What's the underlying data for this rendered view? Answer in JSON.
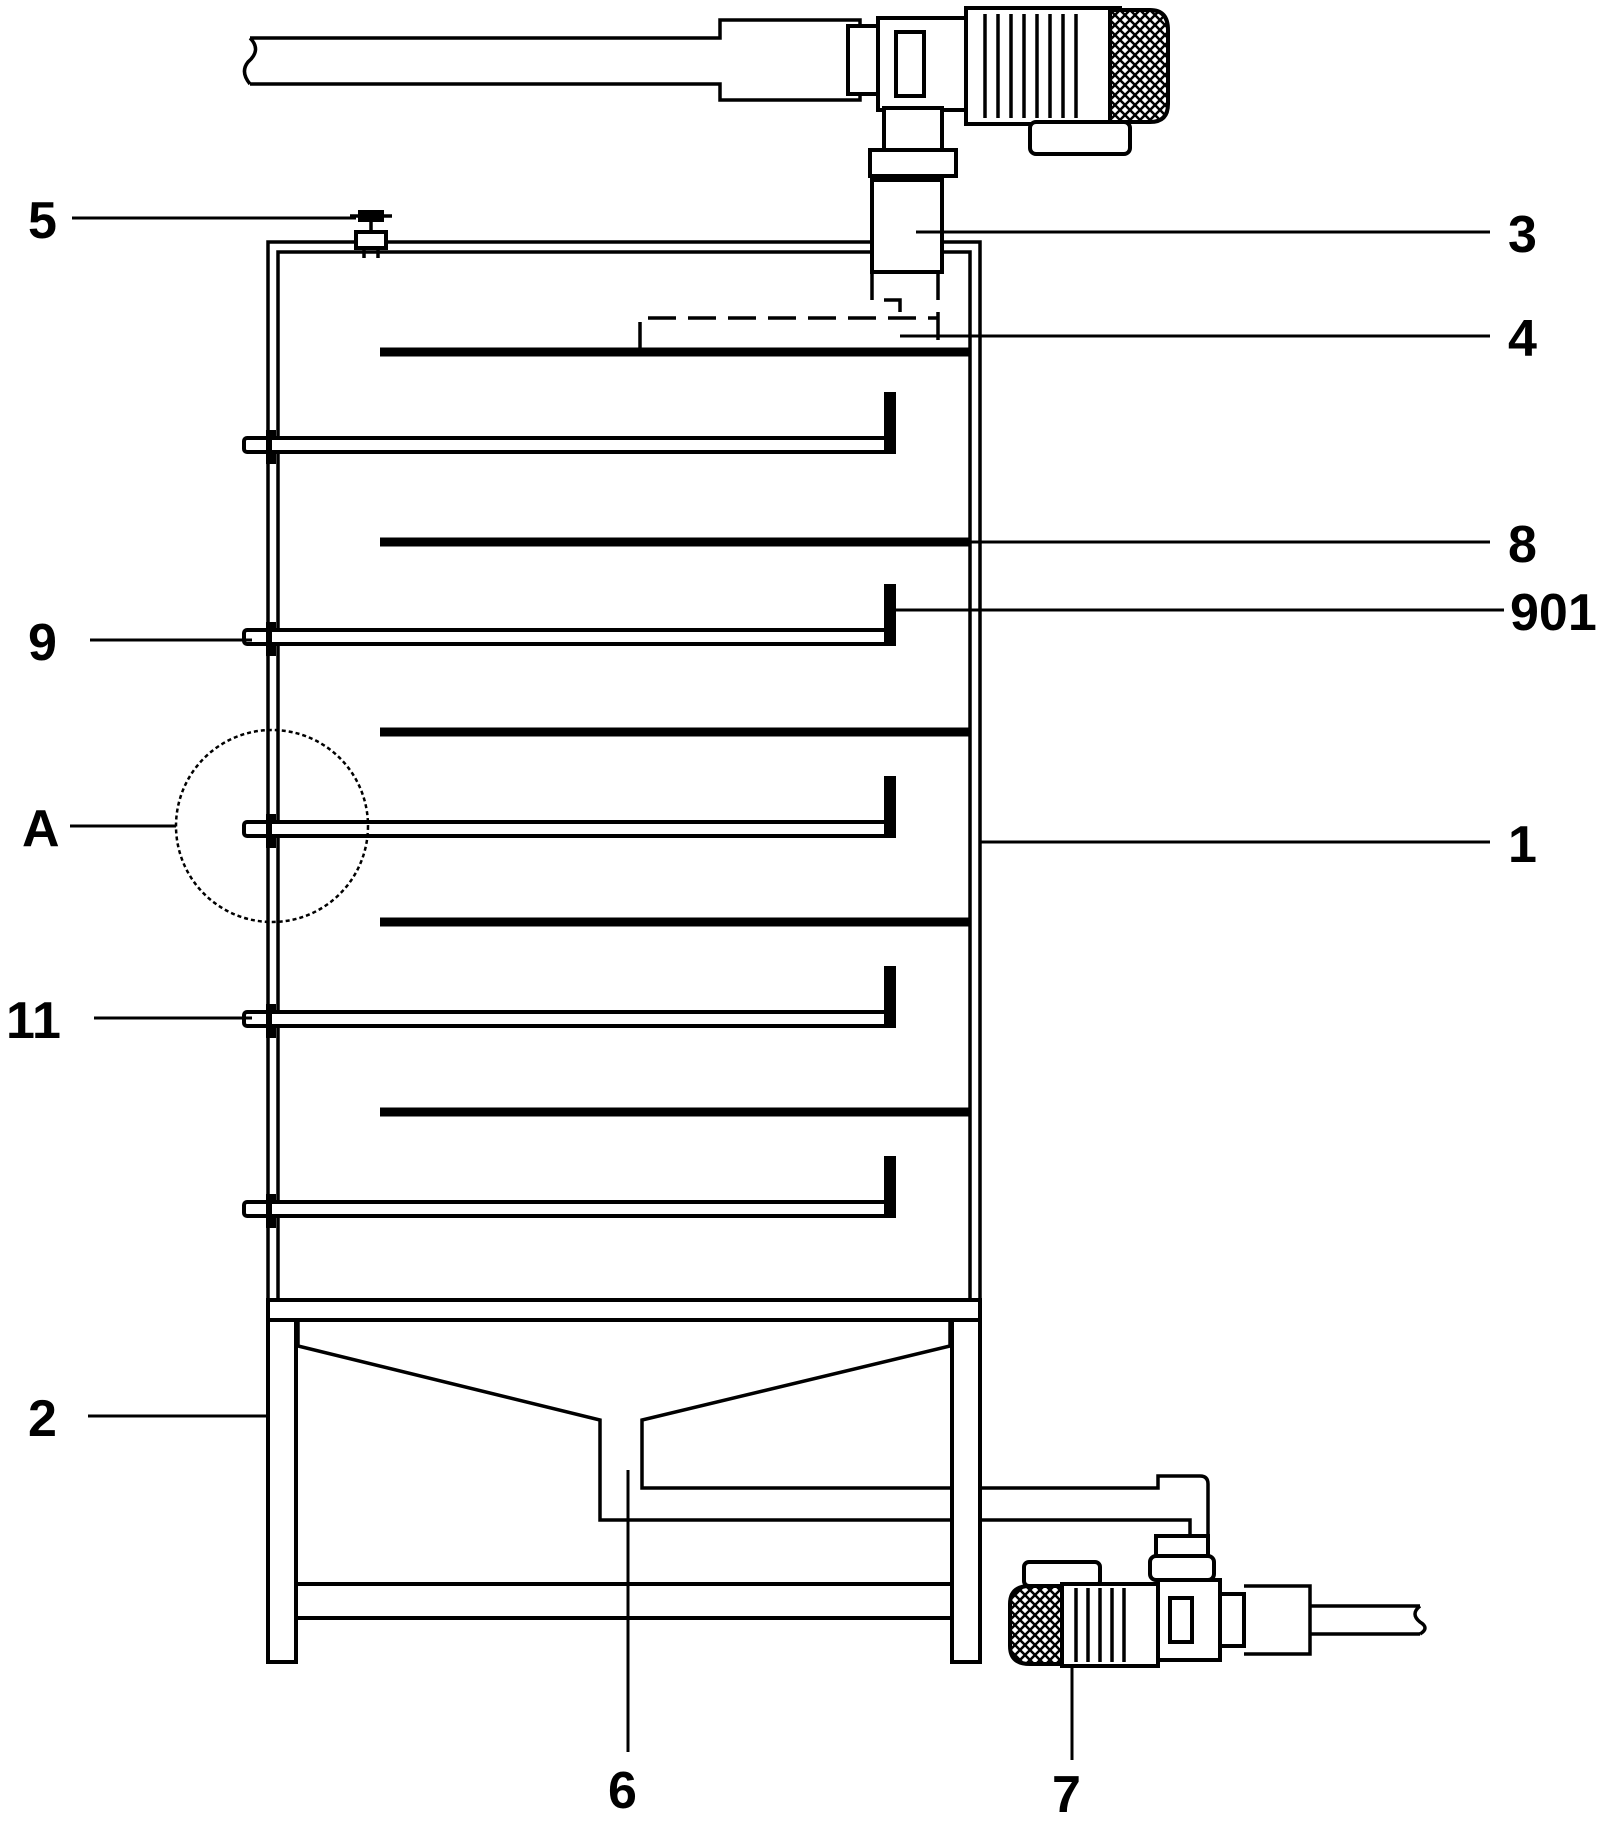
{
  "labels": {
    "l1": "1",
    "l2": "2",
    "l3": "3",
    "l4": "4",
    "l5": "5",
    "l6": "6",
    "l7": "7",
    "l8": "8",
    "l9": "9",
    "l11": "11",
    "l901": "901",
    "lA": "A"
  },
  "colors": {
    "stroke": "#000000",
    "background": "#ffffff"
  }
}
